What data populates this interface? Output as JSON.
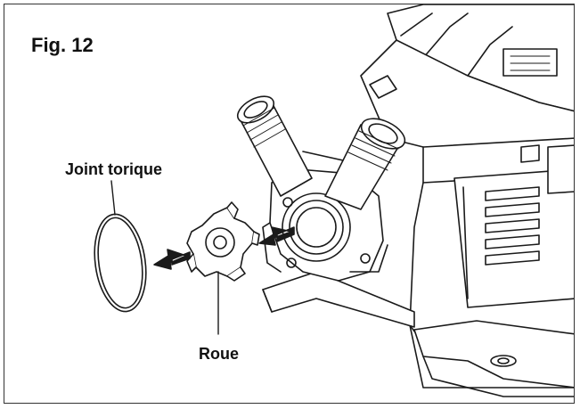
{
  "figure": {
    "label": "Fig. 12"
  },
  "callouts": {
    "o_ring": "Joint torique",
    "impeller": "Roue"
  }
}
